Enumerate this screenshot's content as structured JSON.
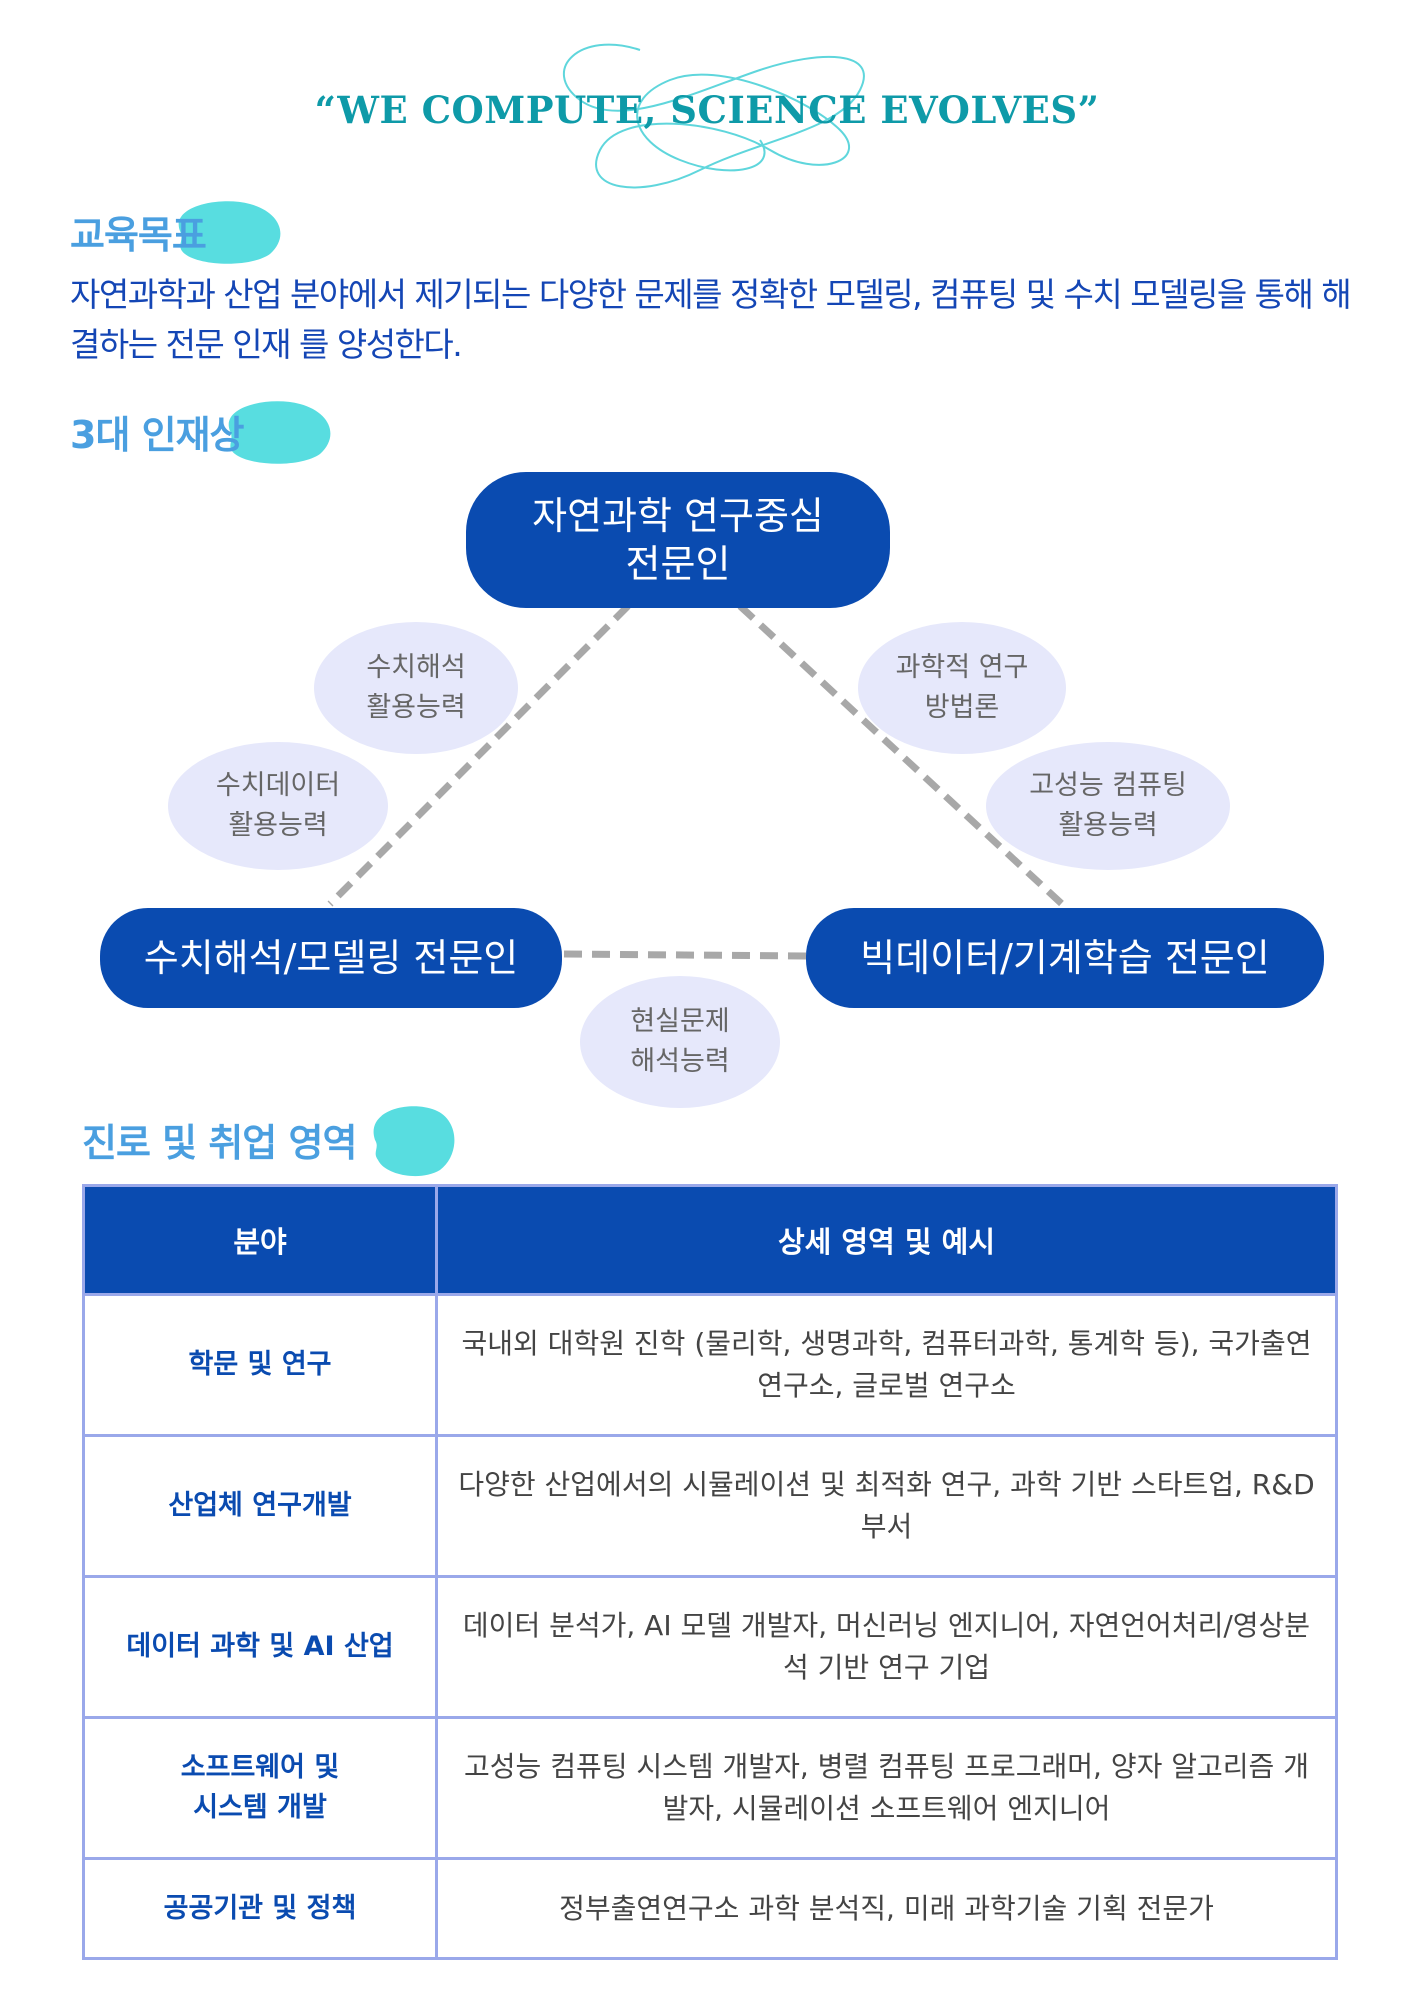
{
  "slogan": "“WE COMPUTE, SCIENCE EVOLVES”",
  "education_goal": {
    "title": "교육목표",
    "text": "자연과학과 산업 분야에서 제기되는 다양한 문제를 정확한 모델링, 컴퓨팅 및 수치 모델링을 통해 해결하는 전문 인재 를 양성한다."
  },
  "talent": {
    "title": "3대 인재상",
    "nodes": {
      "top": "자연과학 연구중심 전문인",
      "left": "수치해석/모델링 전문인",
      "right": "빅데이터/기계학습 전문인"
    },
    "competencies": {
      "numerical_analysis": "수치해석 활용능력",
      "numerical_data": "수치데이터 활용능력",
      "scientific_method": "과학적 연구방법론",
      "hpc": "고성능 컴퓨팅 활용능력",
      "real_problem": "현실문제 해석능력"
    }
  },
  "career": {
    "title": "진로 및 취업 영역",
    "headers": [
      "분야",
      "상세 영역 및 예시"
    ],
    "rows": [
      {
        "field": "학문 및 연구",
        "detail": "국내외 대학원 진학 (물리학, 생명과학, 컴퓨터과학, 통계학 등), 국가출연연구소, 글로벌 연구소"
      },
      {
        "field": "산업체 연구개발",
        "detail": "다양한 산업에서의 시뮬레이션 및 최적화 연구, 과학 기반 스타트업, R&D 부서"
      },
      {
        "field": "데이터 과학 및 AI 산업",
        "detail": "데이터 분석가, AI 모델 개발자, 머신러닝 엔지니어, 자연언어처리/영상분석 기반 연구 기업"
      },
      {
        "field": "소프트웨어 및 시스템 개발",
        "detail": "고성능 컴퓨팅 시스템 개발자, 병렬 컴퓨팅 프로그래머, 양자 알고리즘 개발자, 시뮬레이션 소프트웨어 엔지니어"
      },
      {
        "field": "공공기관 및 정책",
        "detail": "정부출연연구소 과학 분석직, 미래 과학기술 기획 전문가"
      }
    ]
  }
}
